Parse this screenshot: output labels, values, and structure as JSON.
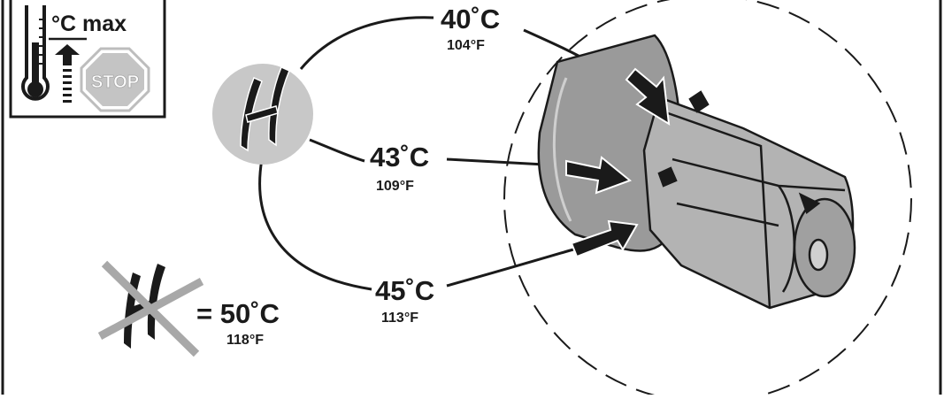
{
  "thermo_box": {
    "label": "°C max",
    "stop_text": "STOP"
  },
  "callouts": {
    "c40": {
      "celsius": "40˚C",
      "fahrenheit": "104°F"
    },
    "c43": {
      "celsius": "43˚C",
      "fahrenheit": "109°F"
    },
    "c45": {
      "celsius": "45˚C",
      "fahrenheit": "113°F"
    },
    "c50": {
      "celsius": "= 50˚C",
      "fahrenheit": "118°F"
    }
  },
  "colors": {
    "ink": "#1a1a1a",
    "grey": "#c8c8c8",
    "part": "#9a9a9a",
    "stop": "#bdbdbd"
  },
  "icons": [
    "thermometer-icon",
    "stop-sign-icon",
    "hot-water-symbol-icon",
    "crossed-out-symbol-icon",
    "valve-cartridge-illustration"
  ]
}
